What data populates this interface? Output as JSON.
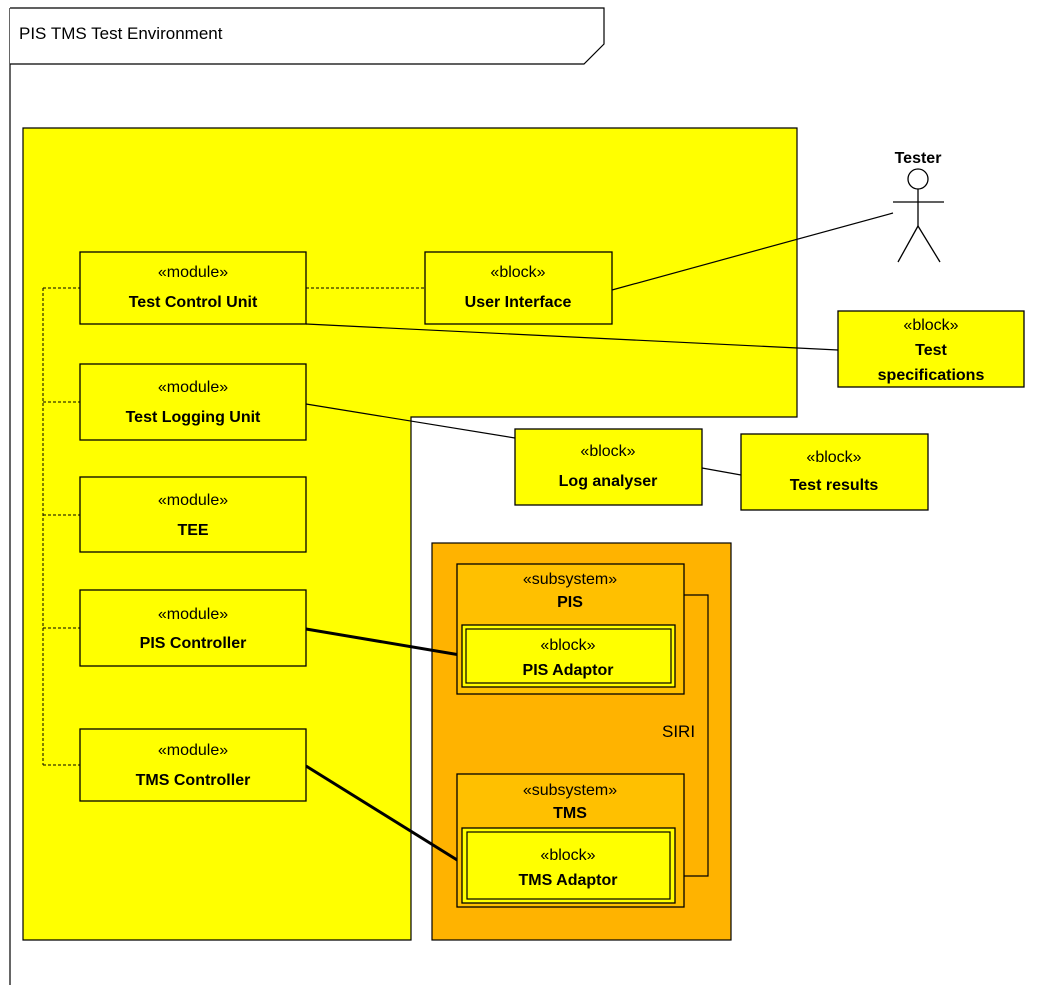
{
  "frame": {
    "title": "PIS TMS Test Environment"
  },
  "actor": {
    "name": "Tester"
  },
  "modules": {
    "test_control_unit": {
      "stereotype": "«module»",
      "name": "Test Control Unit"
    },
    "test_logging_unit": {
      "stereotype": "«module»",
      "name": "Test Logging Unit"
    },
    "tee": {
      "stereotype": "«module»",
      "name": "TEE"
    },
    "pis_controller": {
      "stereotype": "«module»",
      "name": "PIS Controller"
    },
    "tms_controller": {
      "stereotype": "«module»",
      "name": "TMS Controller"
    }
  },
  "blocks": {
    "user_interface": {
      "stereotype": "«block»",
      "name": "User Interface"
    },
    "test_specifications": {
      "stereotype": "«block»",
      "name_line1": "Test",
      "name_line2": "specifications"
    },
    "log_analyser": {
      "stereotype": "«block»",
      "name": "Log analyser"
    },
    "test_results": {
      "stereotype": "«block»",
      "name": "Test results"
    },
    "pis_adaptor": {
      "stereotype": "«block»",
      "name": "PIS Adaptor"
    },
    "tms_adaptor": {
      "stereotype": "«block»",
      "name": "TMS Adaptor"
    }
  },
  "subsystems": {
    "pis": {
      "stereotype": "«subsystem»",
      "name": "PIS"
    },
    "tms": {
      "stereotype": "«subsystem»",
      "name": "TMS"
    }
  },
  "connector_labels": {
    "siri": "SIRI"
  },
  "colors": {
    "yellow": "#ffff00",
    "orange": "#ffc000",
    "line": "#000000",
    "background": "#ffffff"
  }
}
